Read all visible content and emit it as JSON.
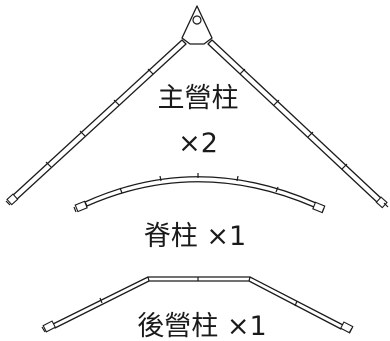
{
  "labels": {
    "main_pole_name": "主營柱",
    "main_pole_qty": "×2",
    "ridge_pole": "脊柱 ×1",
    "rear_pole": "後營柱 ×1"
  }
}
